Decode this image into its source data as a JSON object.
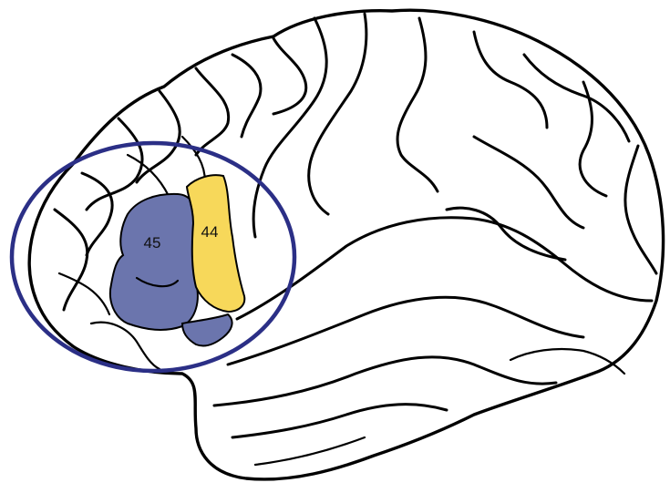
{
  "diagram": {
    "regions": [
      {
        "id": "area-45",
        "label": "45",
        "color": "#6b75ad"
      },
      {
        "id": "area-44",
        "label": "44",
        "color": "#f7d85a"
      }
    ],
    "highlight": {
      "shape": "ellipse",
      "color": "#2b2f86"
    }
  }
}
